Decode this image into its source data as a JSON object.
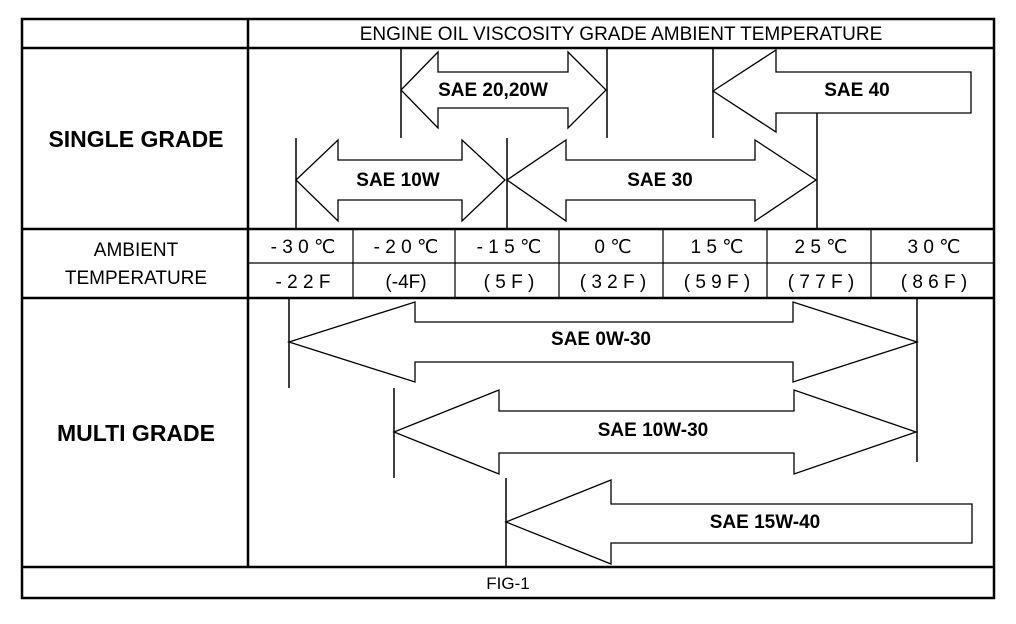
{
  "header": "ENGINE OIL VISCOSITY GRADE AMBIENT TEMPERATURE",
  "single_grade": {
    "label": "SINGLE GRADE",
    "arrows": [
      {
        "name": "sae-20-20w-arrow",
        "label": "SAE 20,20W"
      },
      {
        "name": "sae-40-arrow",
        "label": "SAE 40"
      },
      {
        "name": "sae-10w-arrow",
        "label": "SAE 10W"
      },
      {
        "name": "sae-30-arrow",
        "label": "SAE 30"
      }
    ]
  },
  "ambient": {
    "label_line1": "AMBIENT",
    "label_line2": "TEMPERATURE",
    "celsius": [
      "- 3 0 ℃",
      "- 2 0 ℃",
      "- 1 5 ℃",
      "0 ℃",
      "1 5 ℃",
      "2 5 ℃",
      "3 0 ℃"
    ],
    "fahrenheit": [
      "- 2 2 F",
      "(-4F)",
      "( 5 F )",
      "( 3 2 F )",
      "( 5 9 F )",
      "( 7 7 F )",
      "( 8 6 F )"
    ]
  },
  "multi_grade": {
    "label": "MULTI GRADE",
    "arrows": [
      {
        "name": "sae-0w-30-arrow",
        "label": "SAE 0W-30"
      },
      {
        "name": "sae-10w-30-arrow",
        "label": "SAE 10W-30"
      },
      {
        "name": "sae-15w-40-arrow",
        "label": "SAE 15W-40"
      }
    ]
  },
  "caption": "FIG-1"
}
